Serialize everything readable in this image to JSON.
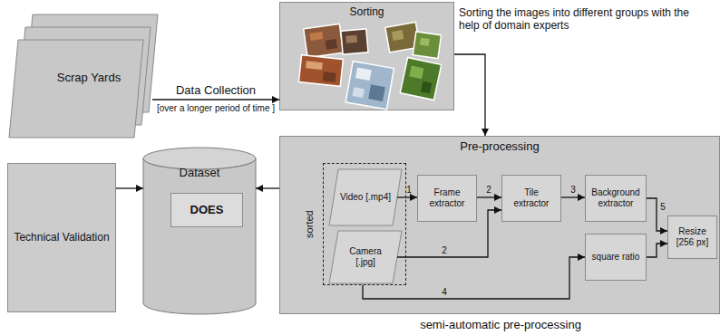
{
  "diagram": {
    "nodes": [
      {
        "text": [
          "Scrap Yards"
        ]
      },
      {
        "text": [
          "Sorting"
        ]
      },
      {
        "text": [
          "Pre-processing"
        ]
      },
      {
        "text": [
          "sorted"
        ],
        "in": 2
      },
      {
        "text": [
          "Video [.mp4]"
        ],
        "in": 3
      },
      {
        "text": [
          "Camera [.jpg]"
        ],
        "in": 3
      },
      {
        "text": [
          "Frame extractor"
        ],
        "in": 2
      },
      {
        "text": [
          "Tile extractor"
        ],
        "in": 2
      },
      {
        "text": [
          "Background extractor"
        ],
        "in": 2
      },
      {
        "text": [
          "square ratio"
        ],
        "in": 2
      },
      {
        "text": [
          "Resize [256 px]"
        ],
        "in": 2
      },
      {
        "text": [
          "Dataset"
        ]
      },
      {
        "text": [
          "DOES"
        ],
        "in": 11
      },
      {
        "text": [
          "Technical Validation"
        ]
      }
    ],
    "edges": [
      {
        "from": 0,
        "to": 1,
        "arrow": "to",
        "label": "Data Collection"
      },
      {
        "from": 1,
        "to": 2,
        "arrow": "to"
      },
      {
        "from": 2,
        "to": 11,
        "arrow": "to"
      },
      {
        "from": 13,
        "to": 11,
        "arrow": "to"
      },
      {
        "from": 4,
        "to": 6,
        "arrow": "to",
        "label": "1"
      },
      {
        "from": 6,
        "to": 7,
        "arrow": "to",
        "label": "2"
      },
      {
        "from": 5,
        "to": 7,
        "arrow": "to",
        "label": "2"
      },
      {
        "from": 7,
        "to": 8,
        "arrow": "to",
        "label": "3"
      },
      {
        "from": 3,
        "to": 9,
        "arrow": "to",
        "label": "4"
      },
      {
        "from": 8,
        "to": 10,
        "arrow": "to",
        "label": "5"
      },
      {
        "from": 9,
        "to": 10,
        "arrow": "to"
      }
    ],
    "labels": [
      "Sorting the images into different groups with the help of domain experts",
      "[over a longer period of time ]",
      "semi-automatic pre-processing"
    ]
  }
}
